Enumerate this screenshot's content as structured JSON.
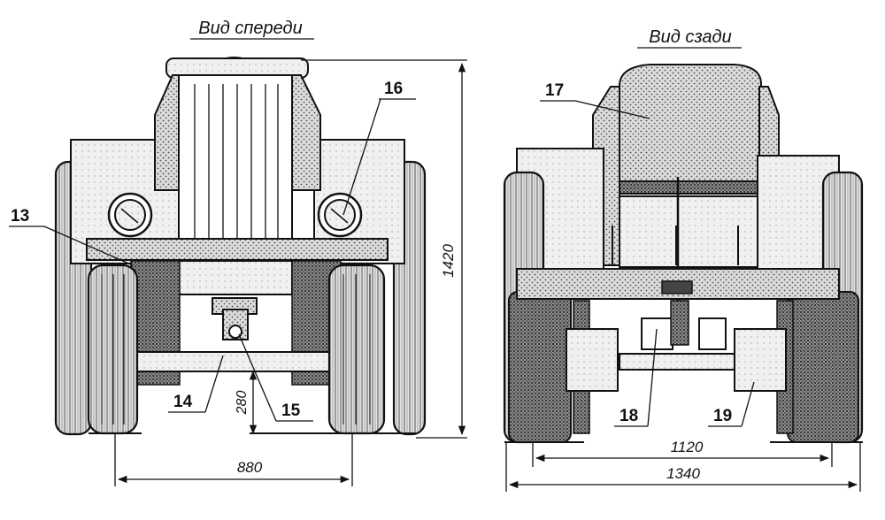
{
  "views": {
    "front": {
      "title": "Вид спереди"
    },
    "rear": {
      "title": "Вид сзади"
    }
  },
  "callouts": [
    "13",
    "14",
    "15",
    "16",
    "17",
    "18",
    "19"
  ],
  "dimensions": {
    "height": "1420",
    "clearance": "280",
    "front_track": "880",
    "rear_track": "1120",
    "rear_width": "1340"
  }
}
